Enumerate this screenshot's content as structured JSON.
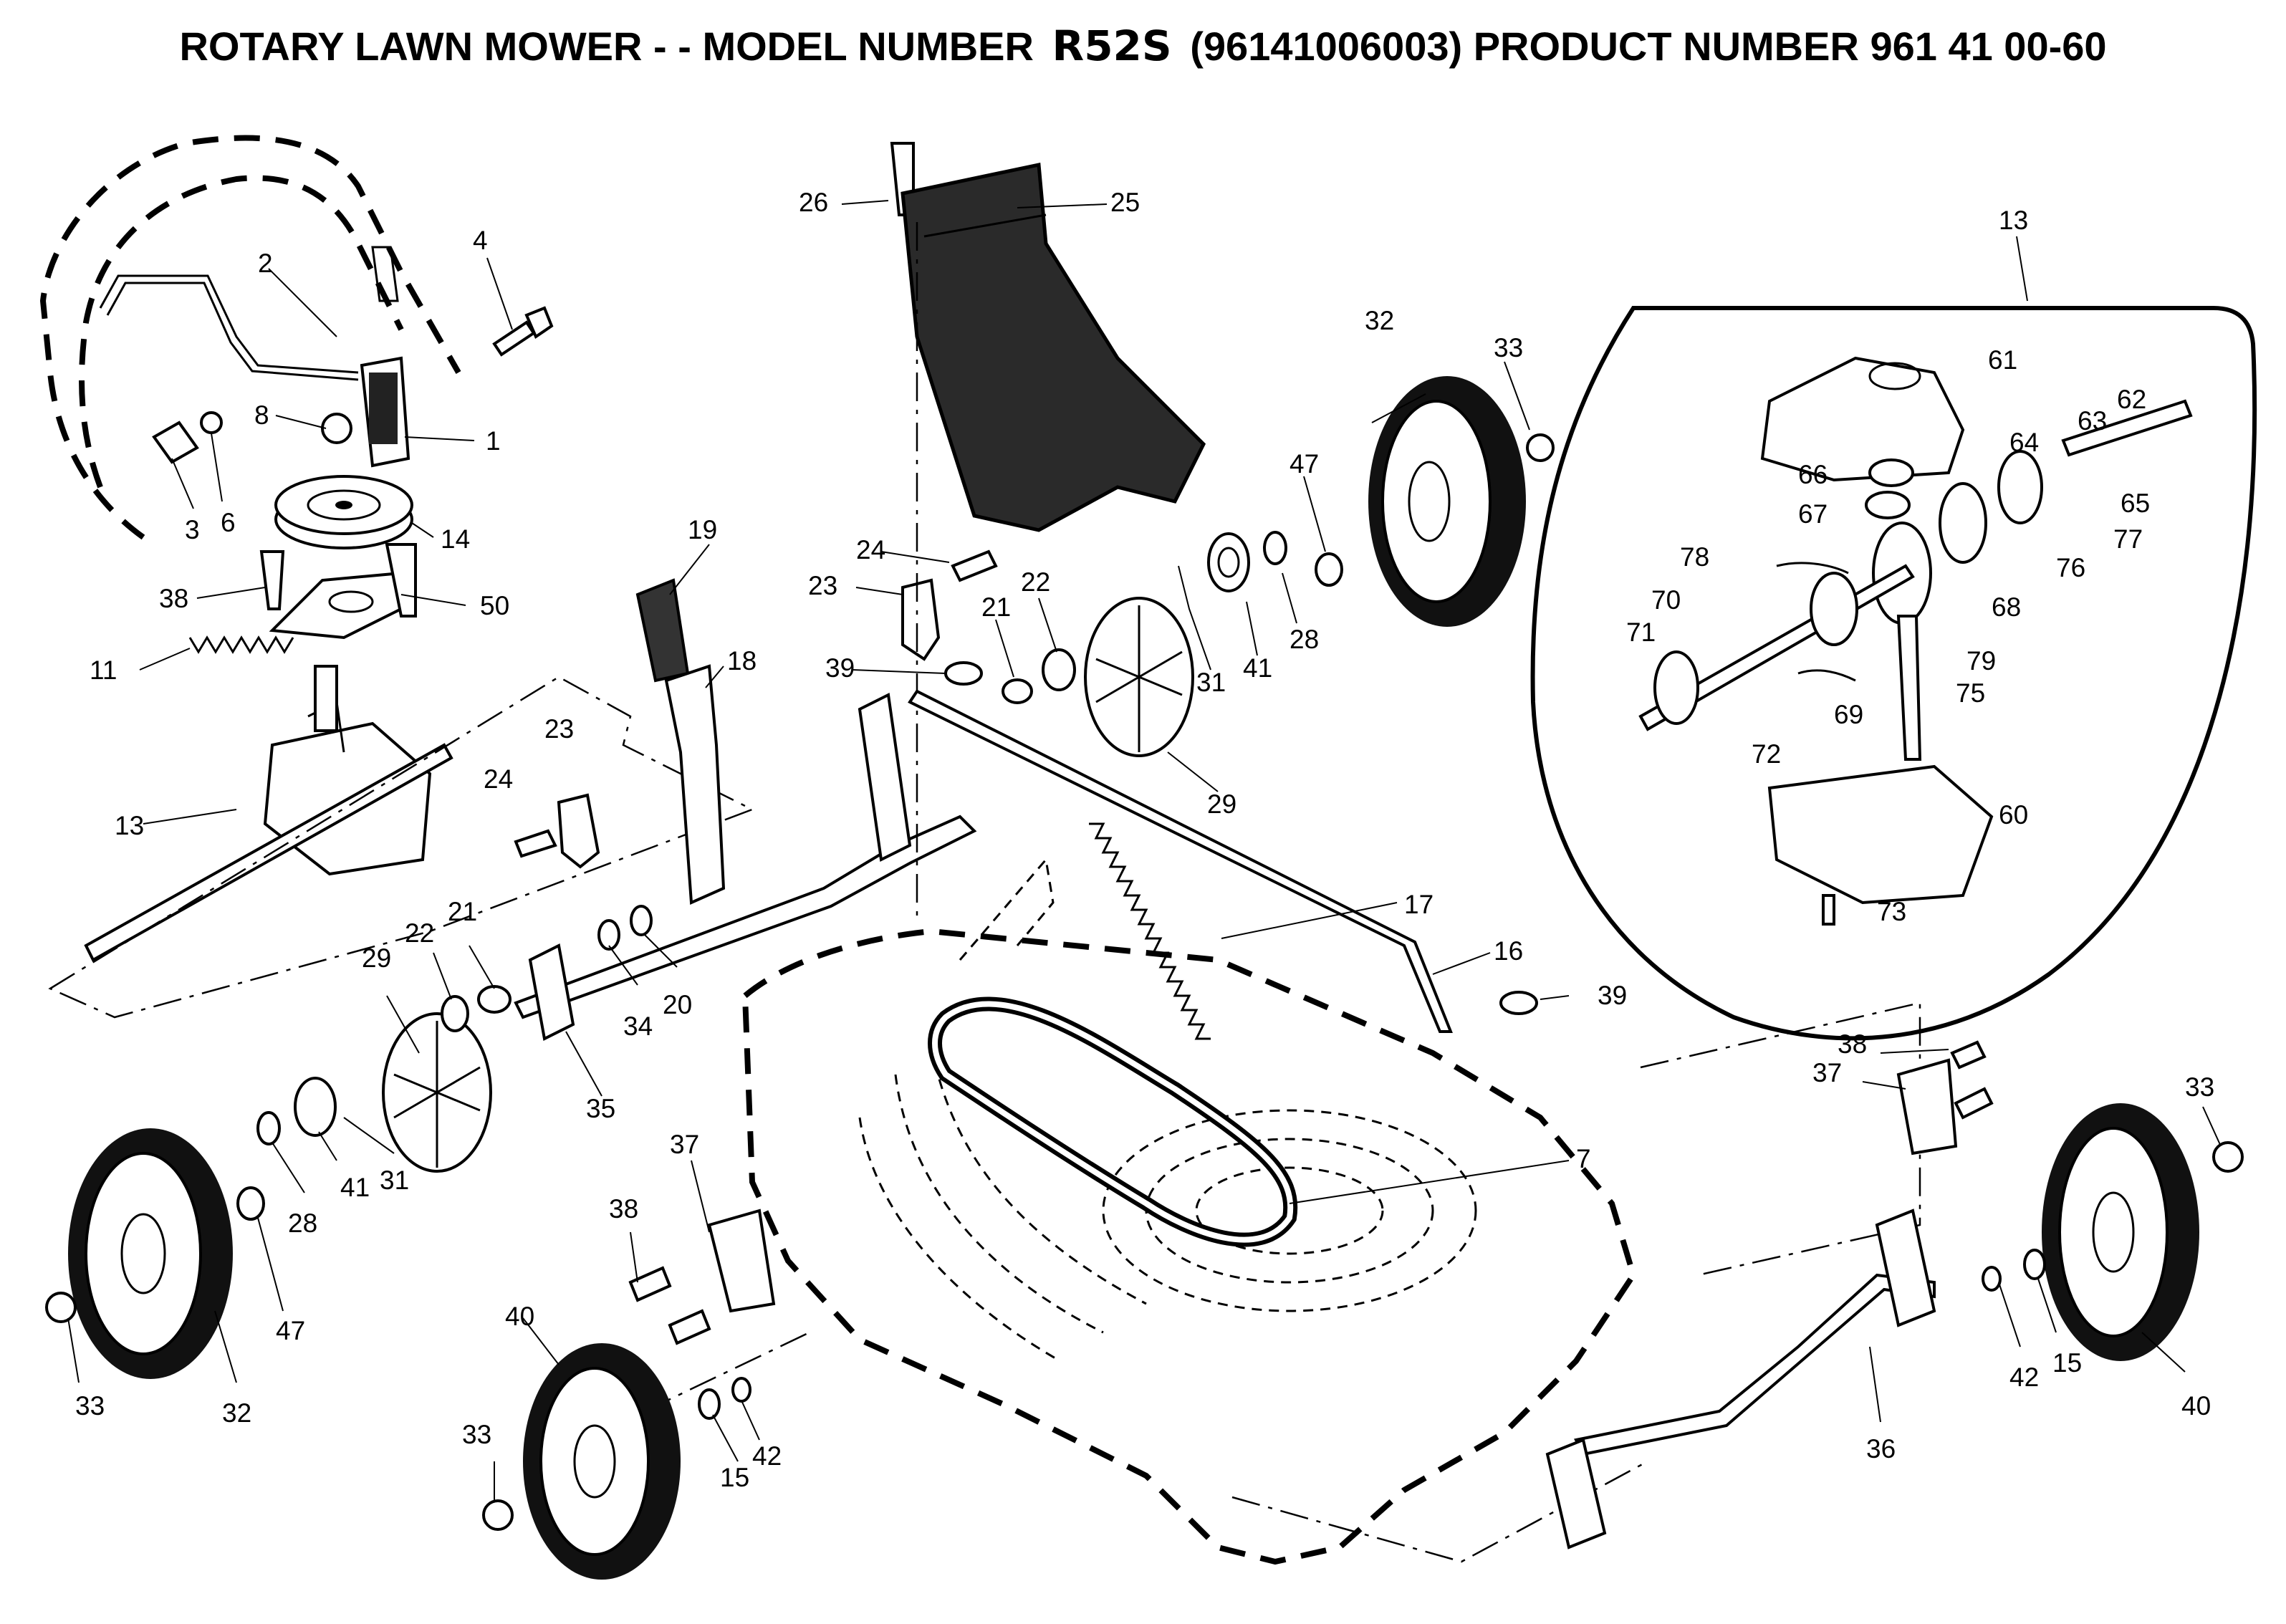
{
  "header": {
    "title_prefix": "ROTARY LAWN MOWER - - MODEL NUMBER",
    "model": "R52S",
    "title_suffix": "(96141006003) PRODUCT NUMBER 961 41 00-60"
  },
  "callouts": [
    "1",
    "2",
    "3",
    "4",
    "6",
    "8",
    "14",
    "38",
    "50",
    "11",
    "13",
    "19",
    "18",
    "24",
    "23",
    "26",
    "25",
    "21",
    "22",
    "39",
    "29",
    "31",
    "41",
    "28",
    "32",
    "33",
    "47",
    "20",
    "34",
    "35",
    "17",
    "16",
    "7",
    "37",
    "40",
    "15",
    "42",
    "36",
    "61",
    "62",
    "63",
    "64",
    "65",
    "66",
    "67",
    "68",
    "69",
    "70",
    "71",
    "72",
    "73",
    "75",
    "76",
    "77",
    "78",
    "79",
    "60"
  ]
}
